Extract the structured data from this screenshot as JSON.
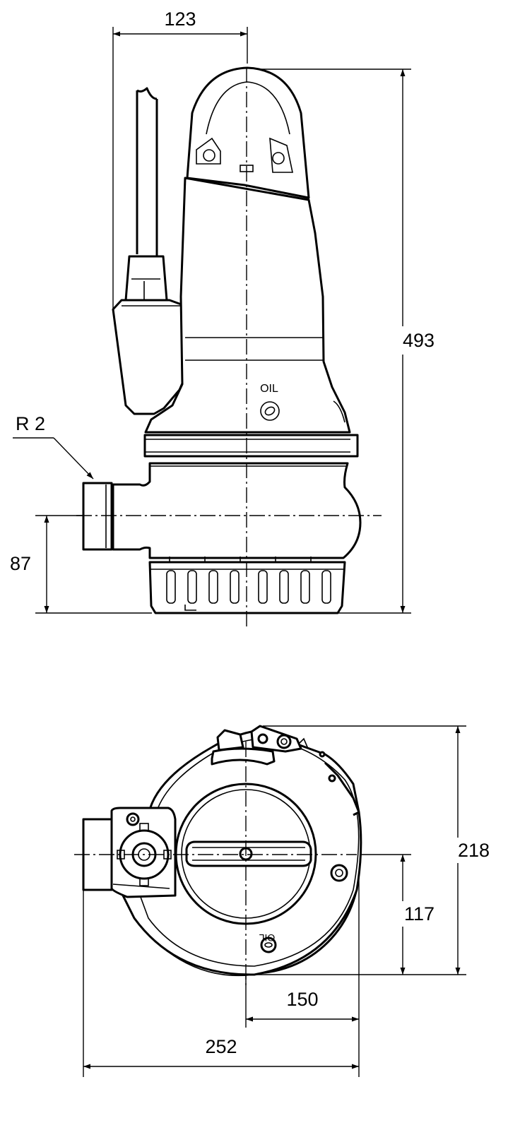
{
  "side_view": {
    "dim_top_width": "123",
    "dim_total_height": "493",
    "dim_outlet_height": "87",
    "outlet_label": "R 2",
    "oil_label": "OIL"
  },
  "top_view": {
    "dim_depth": "218",
    "dim_center_depth": "117",
    "dim_center_width": "150",
    "dim_total_width": "252",
    "oil_label": "OIL"
  }
}
